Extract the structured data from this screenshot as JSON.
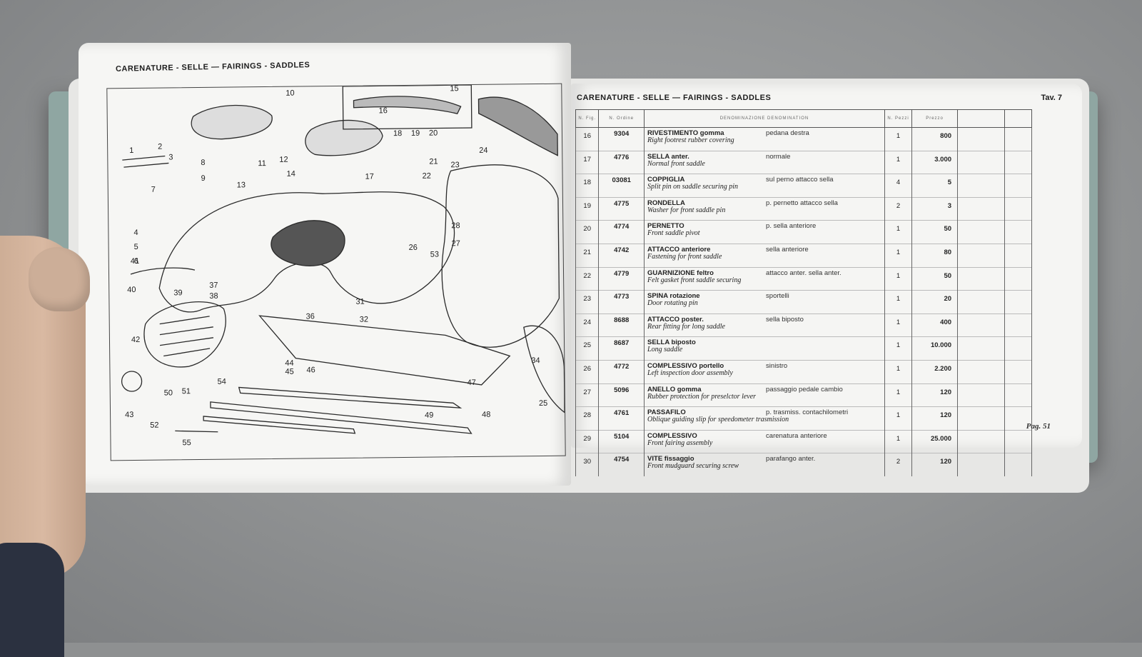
{
  "left_page": {
    "header": "CARENATURE - SELLE — FAIRINGS - SADDLES",
    "callouts": [
      "1",
      "2",
      "3",
      "4",
      "5",
      "6",
      "7",
      "8",
      "9",
      "10",
      "11",
      "12",
      "13",
      "14",
      "15",
      "16",
      "17",
      "18",
      "19",
      "20",
      "21",
      "22",
      "23",
      "24",
      "25",
      "26",
      "27",
      "28",
      "31",
      "32",
      "34",
      "36",
      "37",
      "38",
      "39",
      "40",
      "41",
      "42",
      "43",
      "44",
      "45",
      "46",
      "47",
      "48",
      "49",
      "50",
      "51",
      "52",
      "53",
      "54",
      "55"
    ]
  },
  "right_page": {
    "header": "CARENATURE - SELLE — FAIRINGS - SADDLES",
    "tav": "Tav. 7",
    "columns": {
      "fig": "N. Fig.",
      "code": "N. Ordine",
      "description": "DENOMINAZIONE DENOMINATION",
      "qty": "N. Pezzi",
      "price": "Prezzo"
    },
    "rows": [
      {
        "fig": "16",
        "code": "9304",
        "it": "RIVESTIMENTO gomma",
        "note": "pedana destra",
        "en": "Right footrest rubber covering",
        "qty": "1",
        "price": "800"
      },
      {
        "fig": "17",
        "code": "4776",
        "it": "SELLA anter.",
        "note": "normale",
        "en": "Normal front saddle",
        "qty": "1",
        "price": "3.000"
      },
      {
        "fig": "18",
        "code": "03081",
        "it": "COPPIGLIA",
        "note": "sul perno attacco sella",
        "en": "Split pin on saddle securing pin",
        "qty": "4",
        "price": "5"
      },
      {
        "fig": "19",
        "code": "4775",
        "it": "RONDELLA",
        "note": "p. pernetto attacco sella",
        "en": "Washer for front saddle pin",
        "qty": "2",
        "price": "3"
      },
      {
        "fig": "20",
        "code": "4774",
        "it": "PERNETTO",
        "note": "p. sella anteriore",
        "en": "Front saddle pivot",
        "qty": "1",
        "price": "50"
      },
      {
        "fig": "21",
        "code": "4742",
        "it": "ATTACCO anteriore",
        "note": "sella anteriore",
        "en": "Fastening for front saddle",
        "qty": "1",
        "price": "80"
      },
      {
        "fig": "22",
        "code": "4779",
        "it": "GUARNIZIONE feltro",
        "note": "attacco anter. sella anter.",
        "en": "Felt gasket front saddle securing",
        "qty": "1",
        "price": "50"
      },
      {
        "fig": "23",
        "code": "4773",
        "it": "SPINA rotazione",
        "note": "sportelli",
        "en": "Door rotating pin",
        "qty": "1",
        "price": "20"
      },
      {
        "fig": "24",
        "code": "8688",
        "it": "ATTACCO poster.",
        "note": "sella biposto",
        "en": "Rear fitting for long saddle",
        "qty": "1",
        "price": "400"
      },
      {
        "fig": "25",
        "code": "8687",
        "it": "SELLA biposto",
        "note": "",
        "en": "Long saddle",
        "qty": "1",
        "price": "10.000"
      },
      {
        "fig": "26",
        "code": "4772",
        "it": "COMPLESSIVO portello",
        "note": "sinistro",
        "en": "Left inspection door assembly",
        "qty": "1",
        "price": "2.200"
      },
      {
        "fig": "27",
        "code": "5096",
        "it": "ANELLO gomma",
        "note": "passaggio pedale cambio",
        "en": "Rubber protection for preselctor lever",
        "qty": "1",
        "price": "120"
      },
      {
        "fig": "28",
        "code": "4761",
        "it": "PASSAFILO",
        "note": "p. trasmiss. contachilometri",
        "en": "Oblique guiding slip for speedometer trasmission",
        "qty": "1",
        "price": "120"
      },
      {
        "fig": "29",
        "code": "5104",
        "it": "COMPLESSIVO",
        "note": "carenatura anteriore",
        "en": "Front fairing assembly",
        "qty": "1",
        "price": "25.000"
      },
      {
        "fig": "30",
        "code": "4754",
        "it": "VITE fissaggio",
        "note": "parafango anter.",
        "en": "Front mudguard securing screw",
        "qty": "2",
        "price": "120"
      }
    ],
    "page_number": "Pag. 51"
  }
}
